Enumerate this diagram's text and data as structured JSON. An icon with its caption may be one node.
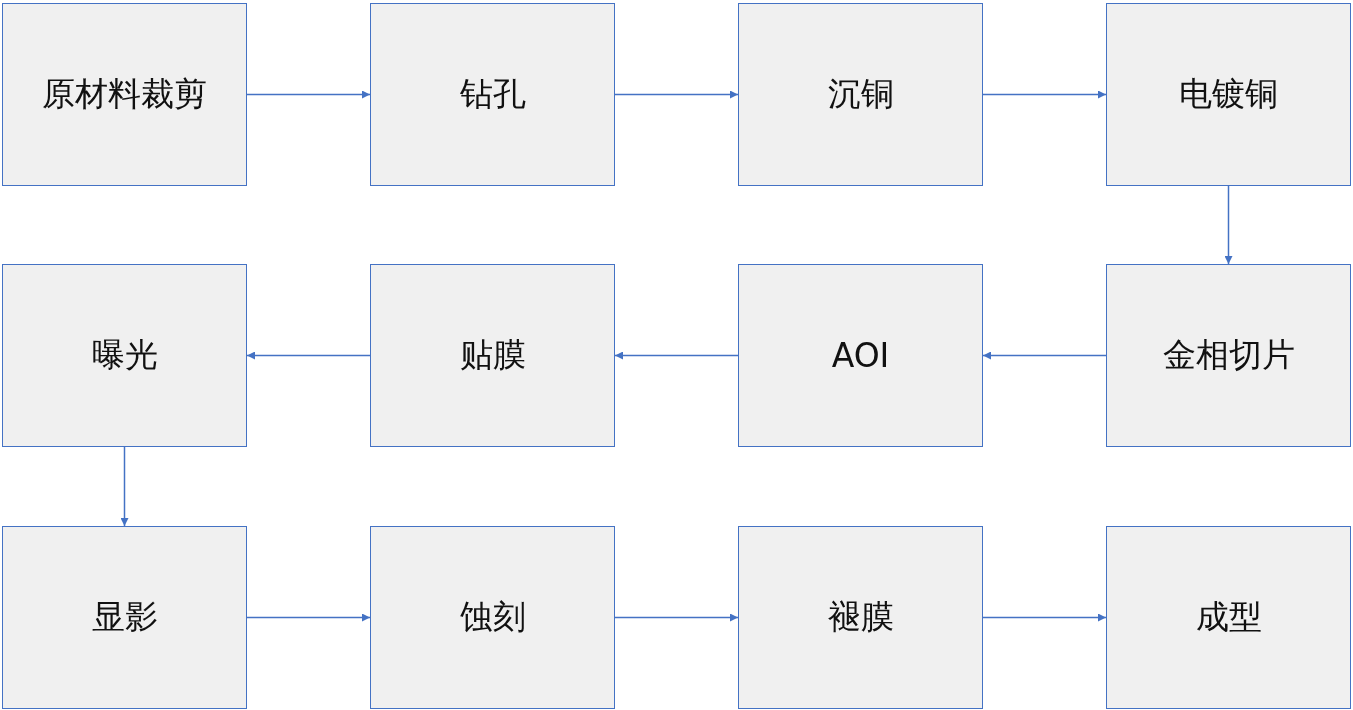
{
  "diagram": {
    "nodes": [
      {
        "text": [
          "原材料裁剪"
        ]
      },
      {
        "text": [
          "钻孔"
        ]
      },
      {
        "text": [
          "沉铜"
        ]
      },
      {
        "text": [
          "电镀铜"
        ]
      },
      {
        "text": [
          "曝光"
        ]
      },
      {
        "text": [
          "贴膜"
        ]
      },
      {
        "text": [
          "AOI"
        ]
      },
      {
        "text": [
          "金相切片"
        ]
      },
      {
        "text": [
          "显影"
        ]
      },
      {
        "text": [
          "蚀刻"
        ]
      },
      {
        "text": [
          "褪膜"
        ]
      },
      {
        "text": [
          "成型"
        ]
      }
    ],
    "edges": [
      {
        "from": 0,
        "to": 1,
        "arrow": "to"
      },
      {
        "from": 1,
        "to": 2,
        "arrow": "to"
      },
      {
        "from": 2,
        "to": 3,
        "arrow": "to"
      },
      {
        "from": 3,
        "to": 7,
        "arrow": "to"
      },
      {
        "from": 7,
        "to": 6,
        "arrow": "to"
      },
      {
        "from": 6,
        "to": 5,
        "arrow": "to"
      },
      {
        "from": 5,
        "to": 4,
        "arrow": "to"
      },
      {
        "from": 4,
        "to": 8,
        "arrow": "to"
      },
      {
        "from": 8,
        "to": 9,
        "arrow": "to"
      },
      {
        "from": 9,
        "to": 10,
        "arrow": "to"
      },
      {
        "from": 10,
        "to": 11,
        "arrow": "to"
      }
    ]
  }
}
